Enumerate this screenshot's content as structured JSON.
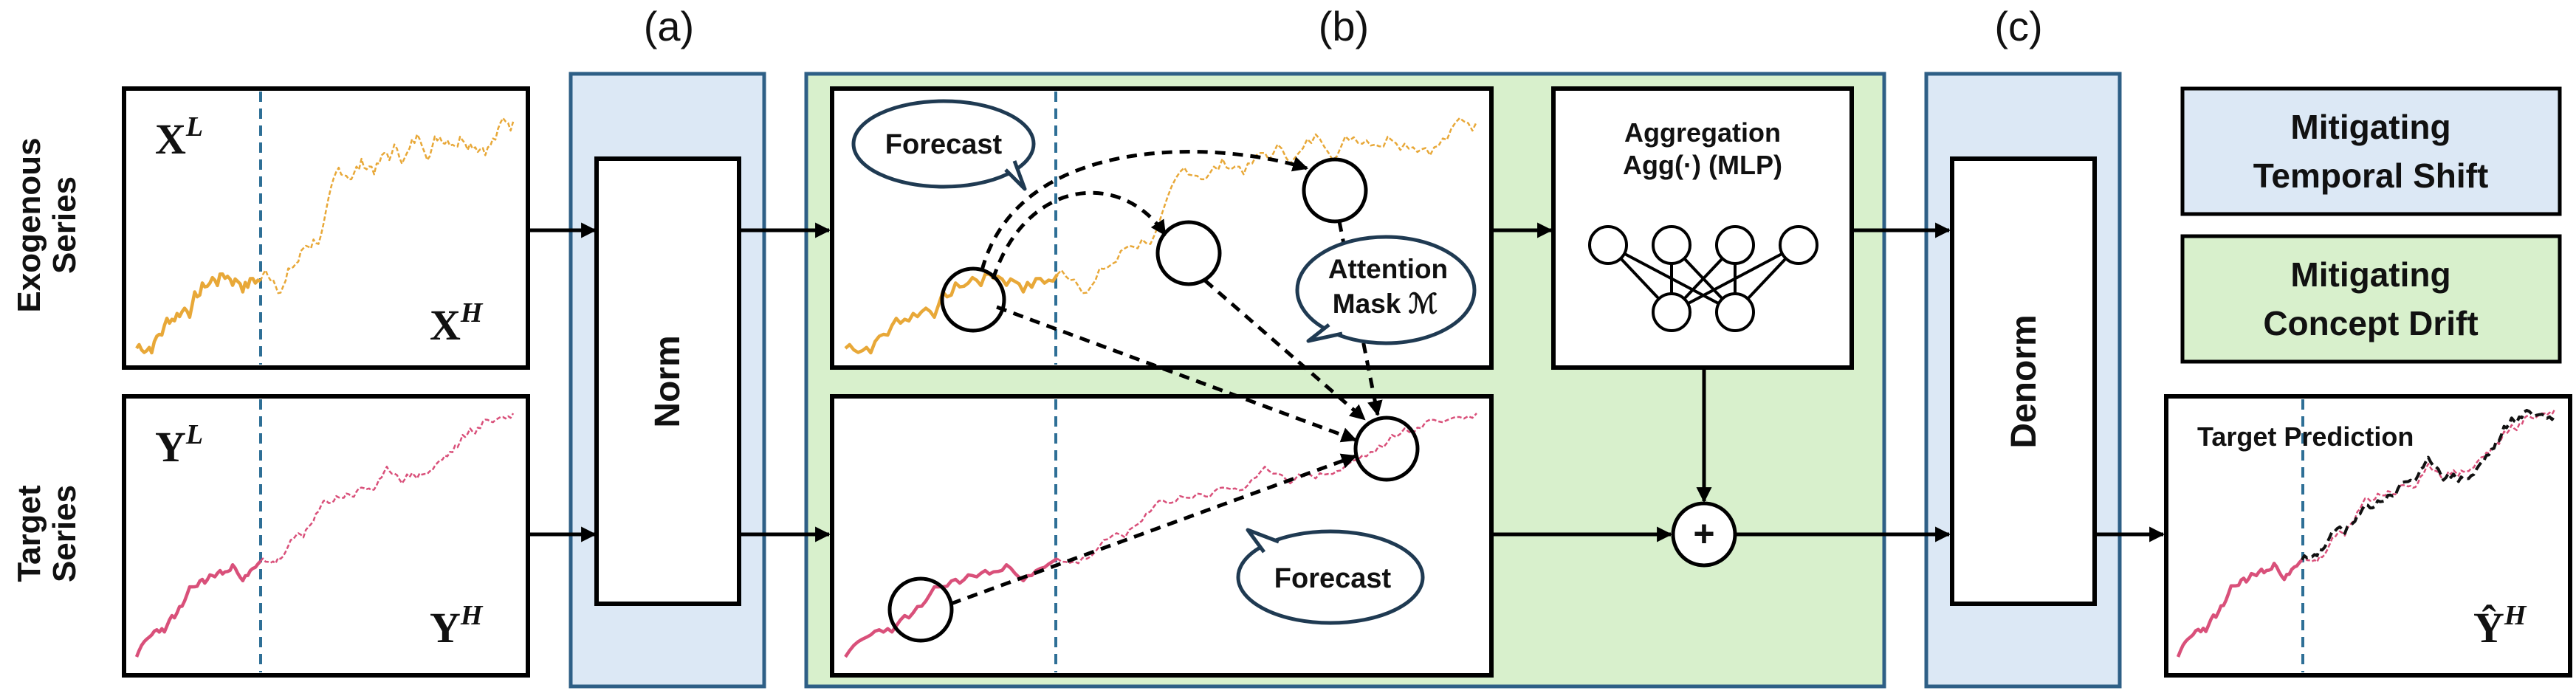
{
  "headers": {
    "a": "(a)",
    "b": "(b)",
    "c": "(c)"
  },
  "row_labels": {
    "exogenous_line1": "Exogenous",
    "exogenous_line2": "Series",
    "target_line1": "Target",
    "target_line2": "Series"
  },
  "symbols": {
    "xl_base": "X",
    "xl_sup": "L",
    "xh_base": "X",
    "xh_sup": "H",
    "yl_base": "Y",
    "yl_sup": "L",
    "yh_base": "Y",
    "yh_sup": "H",
    "yhat_base": "Ŷ",
    "yhat_sup": "H"
  },
  "blocks": {
    "norm": "Norm",
    "denorm": "Denorm",
    "aggregation_line1": "Aggregation",
    "aggregation_line2": "Agg(·) (MLP)",
    "plus": "+"
  },
  "bubbles": {
    "forecast_top": "Forecast",
    "attention_line1": "Attention",
    "attention_line2": "Mask ℳ",
    "forecast_bottom": "Forecast"
  },
  "prediction_title": "Target Prediction",
  "legend": {
    "temporal_line1": "Mitigating",
    "temporal_line2": "Temporal Shift",
    "concept_line1": "Mitigating",
    "concept_line2": "Concept Drift"
  },
  "colors": {
    "exogenous": "#e8a838",
    "target": "#d9507a",
    "norm_bg": "#dce8f5",
    "concept_bg": "#d8f0cc",
    "divider": "#2e6f96"
  }
}
